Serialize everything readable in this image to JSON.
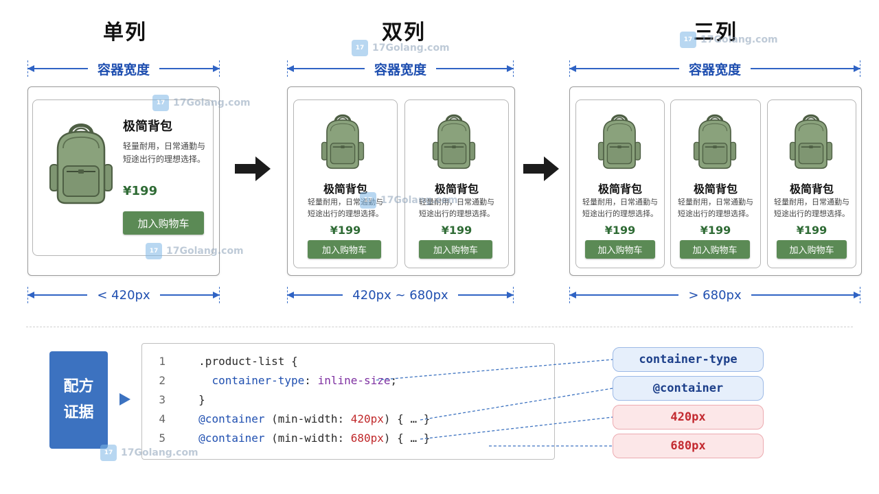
{
  "columns": {
    "single": {
      "title": "单列",
      "range": "< 420px"
    },
    "double": {
      "title": "双列",
      "range": "420px ~ 680px"
    },
    "triple": {
      "title": "三列",
      "range": "> 680px"
    }
  },
  "container_width_label": "容器宽度",
  "product": {
    "name": "极简背包",
    "desc_line1": "轻量耐用，日常通勤与",
    "desc_line2": "短途出行的理想选择。",
    "price": "¥199",
    "button": "加入购物车",
    "image": "backpack-icon"
  },
  "recipe": {
    "line1": "配方",
    "line2": "证据"
  },
  "code": {
    "line_numbers": [
      "1",
      "2",
      "3",
      "4",
      "5"
    ],
    "l1": ".product-list {",
    "l2_prop": "container-type",
    "l2_colon": ":",
    "l2_val": "inline-size",
    "l2_end": ";",
    "l3": "}",
    "l4_kw": "@container",
    "l4_open": " (min-width: ",
    "l4_val": "420px",
    "l4_close": ") { … }",
    "l5_kw": "@container",
    "l5_open": " (min-width: ",
    "l5_val": "680px",
    "l5_close": ") { … }"
  },
  "tags": [
    "container-type",
    "@container",
    "420px",
    "680px"
  ],
  "watermark": "17Golang.com",
  "colors": {
    "accent_blue": "#2f63c4",
    "button_green": "#5b8a55",
    "price_green": "#2f6b35",
    "recipe_blue": "#3c72c0",
    "tag_red": "#c32a30"
  }
}
